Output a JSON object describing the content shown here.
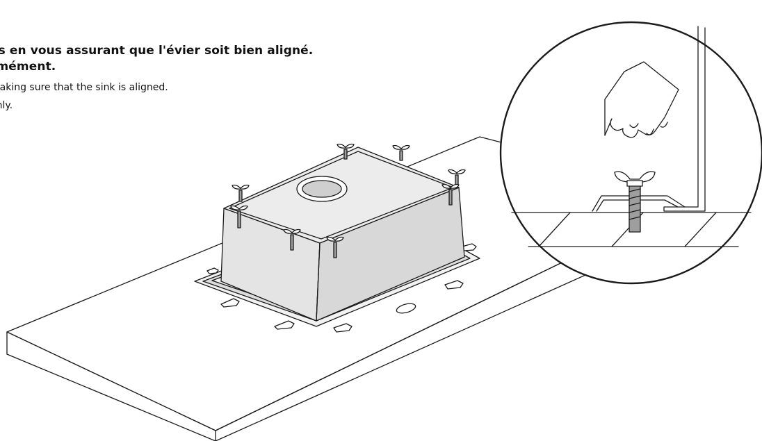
{
  "instructions": {
    "fr": [
      "es en vous assurant que l'évier soit bien aligné.",
      "rmément."
    ],
    "en": [
      " making sure that the sink is aligned.",
      "enly."
    ]
  },
  "illustration": {
    "colors": {
      "stroke": "#1a1a1a",
      "sink_fill": "#e6e6e6",
      "sink_inner": "#cfcfcf",
      "counter_fill": "#ffffff",
      "bolt_fill": "#9e9e9e"
    },
    "icons": [
      "countertop",
      "sink-bowl",
      "drain-hole",
      "wing-nut-clip",
      "hand",
      "wing-nut",
      "mounting-bracket"
    ]
  }
}
